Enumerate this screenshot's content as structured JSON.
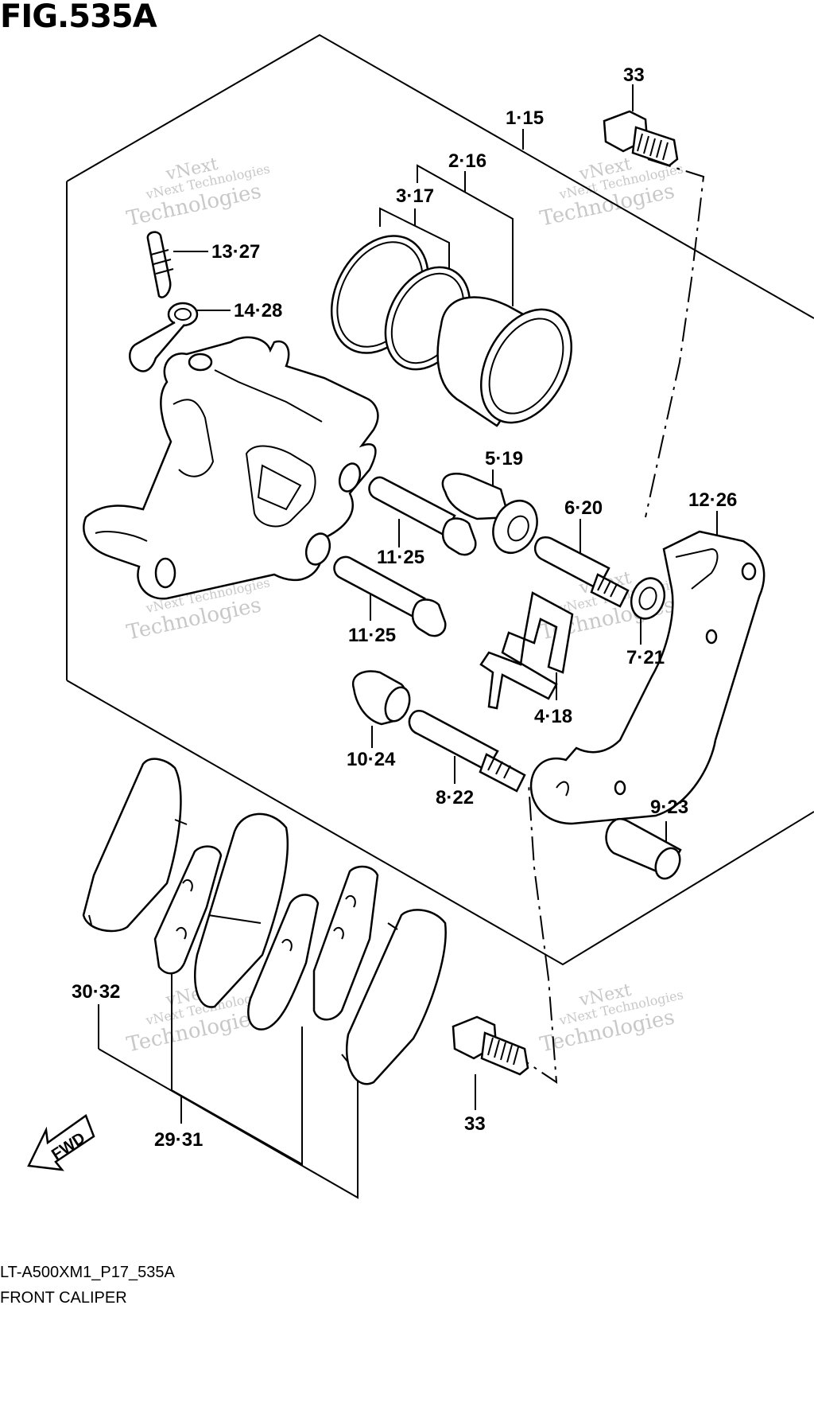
{
  "figure_title": "FIG.535A",
  "model_code": "LT-A500XM1_P17_535A",
  "caption": "FRONT CALIPER",
  "watermark": {
    "line1": "vNext Technologies",
    "line2": "vNext",
    "line3": "Technologies"
  },
  "callouts": {
    "c33_top": "33",
    "c1_15": "1·15",
    "c2_16": "2·16",
    "c3_17": "3·17",
    "c13_27": "13·27",
    "c14_28": "14·28",
    "c5_19": "5·19",
    "c6_20": "6·20",
    "c12_26": "12·26",
    "c11_25a": "11·25",
    "c11_25b": "11·25",
    "c7_21": "7·21",
    "c4_18": "4·18",
    "c10_24": "10·24",
    "c8_22": "8·22",
    "c9_23": "9·23",
    "c30_32": "30·32",
    "c29_31": "29·31",
    "c33_bottom": "33"
  },
  "fwd_label": "FWD"
}
